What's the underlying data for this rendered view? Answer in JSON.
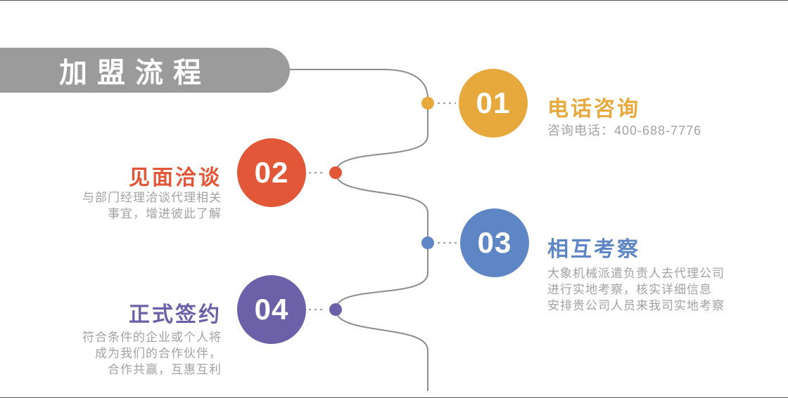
{
  "banner": {
    "title": "加盟流程"
  },
  "colors": {
    "banner": "#9B9B9B",
    "line": "#8C8C8C",
    "connector": "#9E9E9E",
    "description_text": "#A2A2A2",
    "step1": "#E8A93C",
    "step2": "#E25738",
    "step3": "#5E86C5",
    "step4": "#6C61A8"
  },
  "steps": [
    {
      "number": "01",
      "title": "电话咨询",
      "color": "#E8A93C",
      "description_lines": [
        "咨询电话：400-688-7776"
      ]
    },
    {
      "number": "02",
      "title": "见面洽谈",
      "color": "#E25738",
      "description_lines": [
        "与部门经理洽谈代理相关",
        "事宜，增进彼此了解"
      ]
    },
    {
      "number": "03",
      "title": "相互考察",
      "color": "#5E86C5",
      "description_lines": [
        "大象机械派遣负责人去代理公司",
        "进行实地考察，核实详细信息",
        "安排贵公司人员来我司实地考察"
      ]
    },
    {
      "number": "04",
      "title": "正式签约",
      "color": "#6C61A8",
      "description_lines": [
        "符合条件的企业或个人将",
        "成为我们的合作伙伴，",
        "合作共赢，互惠互利"
      ]
    }
  ]
}
